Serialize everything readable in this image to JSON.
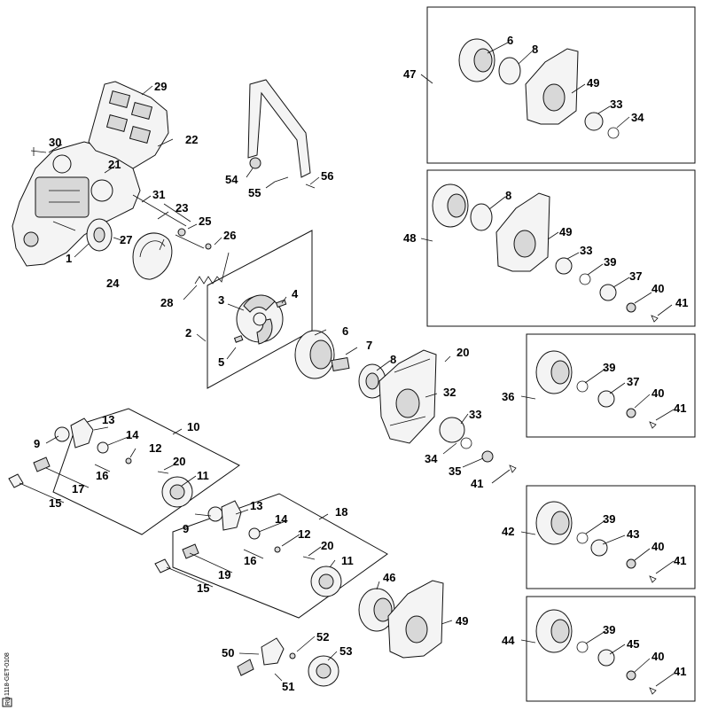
{
  "diagram": {
    "drawing_code": "1118-GET-0108",
    "corner_mark": "RU",
    "labels": [
      {
        "id": "p1",
        "text": "1"
      },
      {
        "id": "p2",
        "text": "2"
      },
      {
        "id": "p3",
        "text": "3"
      },
      {
        "id": "p4",
        "text": "4"
      },
      {
        "id": "p5",
        "text": "5"
      },
      {
        "id": "p6a",
        "text": "6"
      },
      {
        "id": "p6b",
        "text": "6"
      },
      {
        "id": "p7",
        "text": "7"
      },
      {
        "id": "p8a",
        "text": "8"
      },
      {
        "id": "p8b",
        "text": "8"
      },
      {
        "id": "p8c",
        "text": "8"
      },
      {
        "id": "p9a",
        "text": "9"
      },
      {
        "id": "p9b",
        "text": "9"
      },
      {
        "id": "p10",
        "text": "10"
      },
      {
        "id": "p11a",
        "text": "11"
      },
      {
        "id": "p11b",
        "text": "11"
      },
      {
        "id": "p12a",
        "text": "12"
      },
      {
        "id": "p12b",
        "text": "12"
      },
      {
        "id": "p13a",
        "text": "13"
      },
      {
        "id": "p13b",
        "text": "13"
      },
      {
        "id": "p14a",
        "text": "14"
      },
      {
        "id": "p14b",
        "text": "14"
      },
      {
        "id": "p15a",
        "text": "15"
      },
      {
        "id": "p15b",
        "text": "15"
      },
      {
        "id": "p16a",
        "text": "16"
      },
      {
        "id": "p16b",
        "text": "16"
      },
      {
        "id": "p17",
        "text": "17"
      },
      {
        "id": "p18",
        "text": "18"
      },
      {
        "id": "p19",
        "text": "19"
      },
      {
        "id": "p20a",
        "text": "20"
      },
      {
        "id": "p20b",
        "text": "20"
      },
      {
        "id": "p20c",
        "text": "20"
      },
      {
        "id": "p21",
        "text": "21"
      },
      {
        "id": "p22",
        "text": "22"
      },
      {
        "id": "p23",
        "text": "23"
      },
      {
        "id": "p24",
        "text": "24"
      },
      {
        "id": "p25",
        "text": "25"
      },
      {
        "id": "p26",
        "text": "26"
      },
      {
        "id": "p27",
        "text": "27"
      },
      {
        "id": "p28",
        "text": "28"
      },
      {
        "id": "p29",
        "text": "29"
      },
      {
        "id": "p30",
        "text": "30"
      },
      {
        "id": "p31",
        "text": "31"
      },
      {
        "id": "p32",
        "text": "32"
      },
      {
        "id": "p33a",
        "text": "33"
      },
      {
        "id": "p33b",
        "text": "33"
      },
      {
        "id": "p33c",
        "text": "33"
      },
      {
        "id": "p34a",
        "text": "34"
      },
      {
        "id": "p34b",
        "text": "34"
      },
      {
        "id": "p35",
        "text": "35"
      },
      {
        "id": "p36",
        "text": "36"
      },
      {
        "id": "p37a",
        "text": "37"
      },
      {
        "id": "p37b",
        "text": "37"
      },
      {
        "id": "p39a",
        "text": "39"
      },
      {
        "id": "p39b",
        "text": "39"
      },
      {
        "id": "p39c",
        "text": "39"
      },
      {
        "id": "p39d",
        "text": "39"
      },
      {
        "id": "p40a",
        "text": "40"
      },
      {
        "id": "p40b",
        "text": "40"
      },
      {
        "id": "p40c",
        "text": "40"
      },
      {
        "id": "p40d",
        "text": "40"
      },
      {
        "id": "p41a",
        "text": "41"
      },
      {
        "id": "p41b",
        "text": "41"
      },
      {
        "id": "p41c",
        "text": "41"
      },
      {
        "id": "p41d",
        "text": "41"
      },
      {
        "id": "p41e",
        "text": "41"
      },
      {
        "id": "p42",
        "text": "42"
      },
      {
        "id": "p43",
        "text": "43"
      },
      {
        "id": "p44",
        "text": "44"
      },
      {
        "id": "p45",
        "text": "45"
      },
      {
        "id": "p46",
        "text": "46"
      },
      {
        "id": "p47",
        "text": "47"
      },
      {
        "id": "p48",
        "text": "48"
      },
      {
        "id": "p49a",
        "text": "49"
      },
      {
        "id": "p49b",
        "text": "49"
      },
      {
        "id": "p49c",
        "text": "49"
      },
      {
        "id": "p50",
        "text": "50"
      },
      {
        "id": "p51",
        "text": "51"
      },
      {
        "id": "p52",
        "text": "52"
      },
      {
        "id": "p53",
        "text": "53"
      },
      {
        "id": "p54",
        "text": "54"
      },
      {
        "id": "p55",
        "text": "55"
      },
      {
        "id": "p56",
        "text": "56"
      }
    ]
  }
}
